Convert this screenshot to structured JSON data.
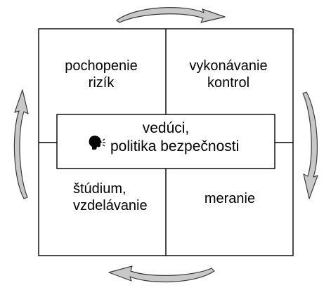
{
  "quadrants": {
    "top_left": {
      "line1": "pochopenie",
      "line2": "rizík"
    },
    "top_right": {
      "line1": "vykonávanie",
      "line2": "kontrol"
    },
    "bottom_left": {
      "line1": "štúdium,",
      "line2": "vzdelávanie"
    },
    "bottom_right": {
      "line1": "meranie"
    }
  },
  "center": {
    "line1": "vedúci,",
    "line2": "politika bezpečnosti",
    "icon": "speaking-head-icon"
  },
  "colors": {
    "line": "#000000",
    "arrow_fill": "#c8c8c8",
    "arrow_stroke": "#3a3a3a",
    "background": "#ffffff"
  }
}
